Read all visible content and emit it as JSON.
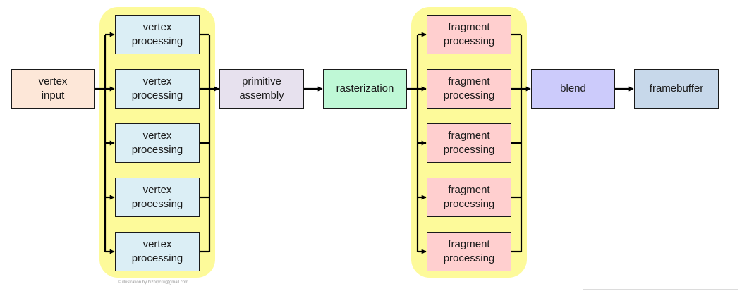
{
  "colors": {
    "group_highlight": "#fdfa9a",
    "vertex_input": "#fde7d8",
    "vertex_processing": "#dbeef5",
    "primitive_assembly": "#e7e1ee",
    "rasterization": "#bff8d6",
    "fragment_processing": "#ffcfcf",
    "blend": "#cccbfb",
    "framebuffer": "#c7d8ea",
    "wire": "#000000"
  },
  "stages": {
    "vertex_input": "vertex\ninput",
    "vertex_processing": [
      "vertex\nprocessing",
      "vertex\nprocessing",
      "vertex\nprocessing",
      "vertex\nprocessing",
      "vertex\nprocessing"
    ],
    "primitive_assembly": "primitive\nassembly",
    "rasterization": "rasterization",
    "fragment_processing": [
      "fragment\nprocessing",
      "fragment\nprocessing",
      "fragment\nprocessing",
      "fragment\nprocessing",
      "fragment\nprocessing"
    ],
    "blend": "blend",
    "framebuffer": "framebuffer"
  },
  "credit": "© illustration by bizhipcru@gmail.com"
}
